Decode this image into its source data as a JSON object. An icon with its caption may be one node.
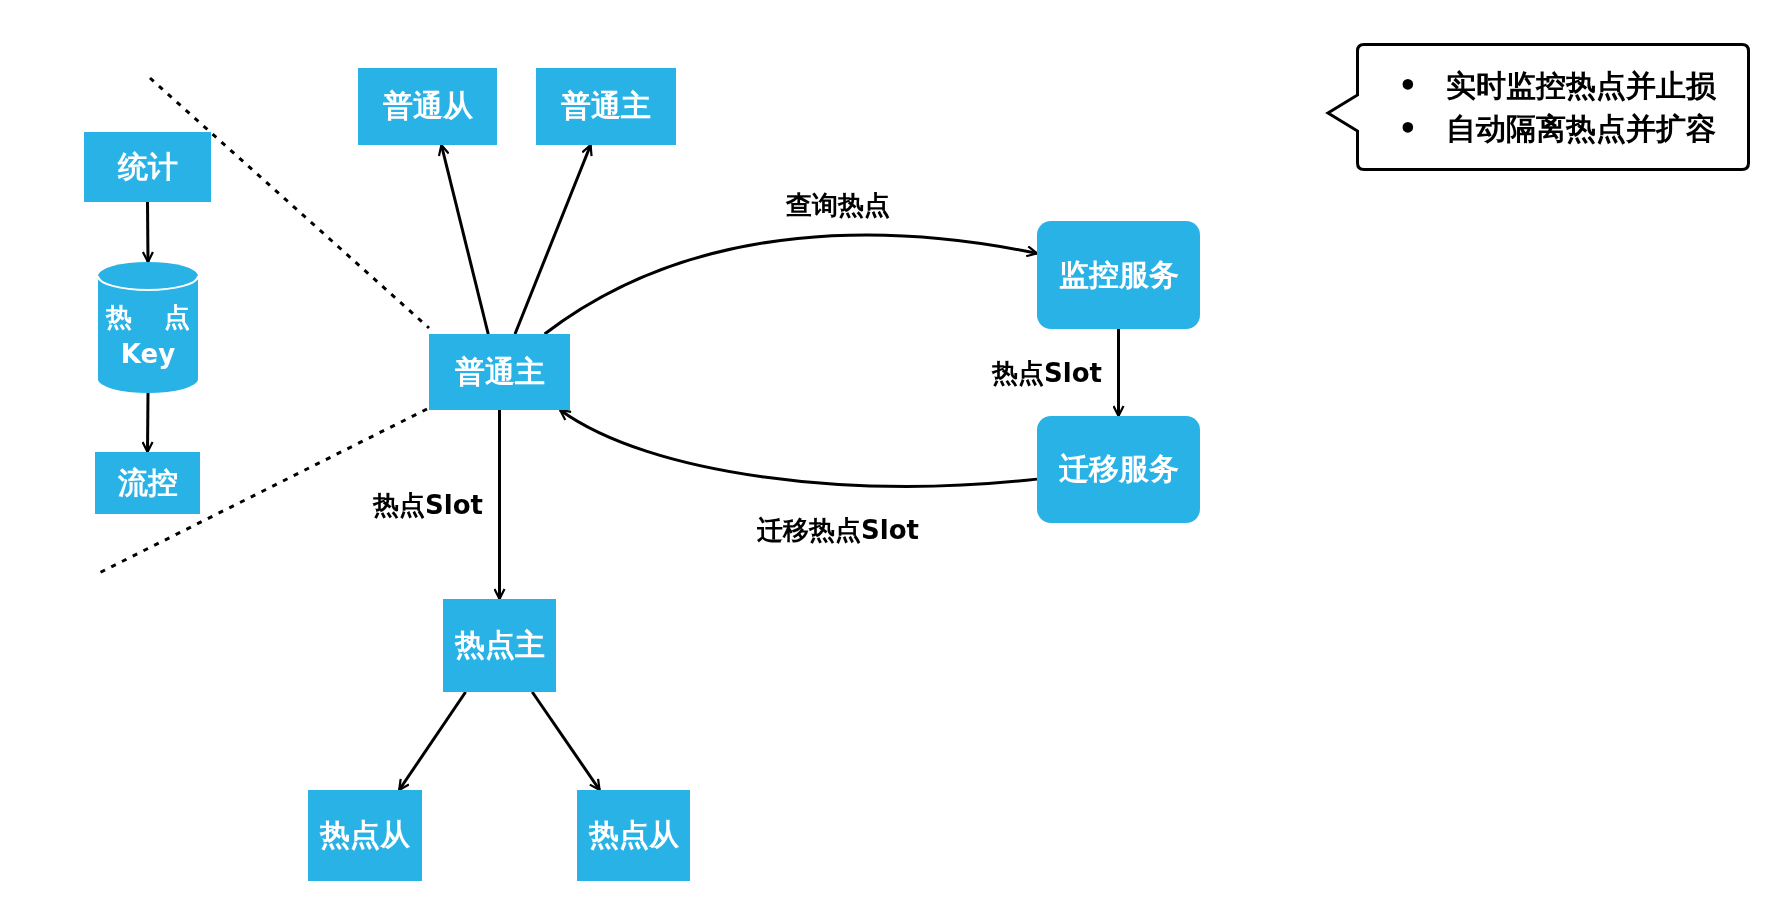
{
  "diagram": {
    "nodes": [
      {
        "text": [
          "统计"
        ]
      },
      {
        "text": [
          "热 点",
          "Key"
        ]
      },
      {
        "text": [
          "流控"
        ]
      },
      {
        "text": [
          "普通从"
        ]
      },
      {
        "text": [
          "普通主"
        ]
      },
      {
        "text": [
          "普通主"
        ]
      },
      {
        "text": [
          "监控服务"
        ]
      },
      {
        "text": [
          "迁移服务"
        ]
      },
      {
        "text": [
          "热点主"
        ]
      },
      {
        "text": [
          "热点从"
        ]
      },
      {
        "text": [
          "热点从"
        ]
      },
      {
        "text": [
          "• 实时监控热点并止损",
          "• 自动隔离热点并扩容"
        ]
      }
    ],
    "edges": [
      {
        "from": 0,
        "to": 1,
        "arrow": "to"
      },
      {
        "from": 1,
        "to": 2,
        "arrow": "to"
      },
      {
        "from": 5,
        "to": 3,
        "arrow": "to"
      },
      {
        "from": 5,
        "to": 4,
        "arrow": "to"
      },
      {
        "from": 5,
        "to": 6,
        "arrow": "to",
        "label": "查询热点"
      },
      {
        "from": 6,
        "to": 7,
        "arrow": "to",
        "label": "热点Slot"
      },
      {
        "from": 7,
        "to": 5,
        "arrow": "to",
        "label": "迁移热点Slot"
      },
      {
        "from": 5,
        "to": 8,
        "arrow": "to",
        "label": "热点Slot"
      },
      {
        "from": 8,
        "to": 9,
        "arrow": "to"
      },
      {
        "from": 8,
        "to": 10,
        "arrow": "to"
      }
    ]
  }
}
